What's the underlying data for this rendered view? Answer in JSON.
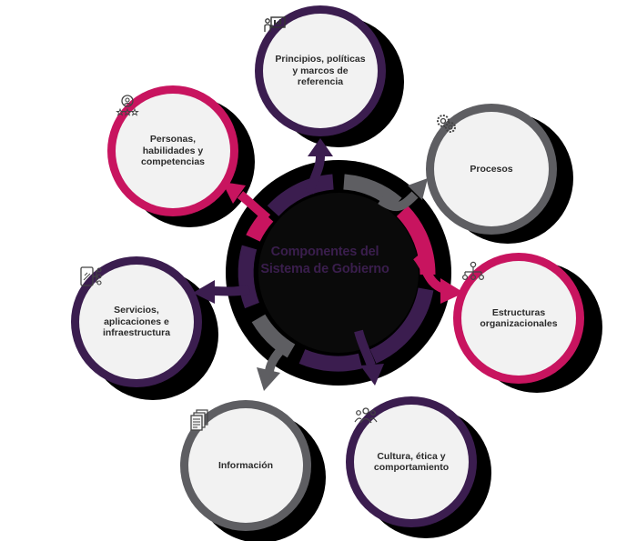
{
  "center": {
    "title_line1": "Componentes del",
    "title_line2": "Sistema de Gobierno"
  },
  "colors": {
    "purple": "#3b1d4f",
    "magenta": "#c8145f",
    "gray": "#5e5e62",
    "node_fill": "#f2f2f2",
    "text": "#2b2b2b"
  },
  "nodes": [
    {
      "id": "principios",
      "lines": [
        "Principios, políticas",
        "y marcos de",
        "referencia"
      ],
      "ring": "purple",
      "icon": "presentation-icon"
    },
    {
      "id": "procesos",
      "lines": [
        "Procesos"
      ],
      "ring": "gray",
      "icon": "gears-icon"
    },
    {
      "id": "estructuras",
      "lines": [
        "Estructuras",
        "organizacionales"
      ],
      "ring": "magenta",
      "icon": "org-chart-icon"
    },
    {
      "id": "cultura",
      "lines": [
        "Cultura, ética y",
        "comportamiento"
      ],
      "ring": "purple",
      "icon": "people-group-icon"
    },
    {
      "id": "informacion",
      "lines": [
        "Información"
      ],
      "ring": "gray",
      "icon": "documents-icon"
    },
    {
      "id": "servicios",
      "lines": [
        "Servicios,",
        "aplicaciones e",
        "infraestructura"
      ],
      "ring": "purple",
      "icon": "tablet-network-icon"
    },
    {
      "id": "personas",
      "lines": [
        "Personas,",
        "habilidades y",
        "competencias"
      ],
      "ring": "magenta",
      "icon": "award-badge-icon"
    }
  ]
}
